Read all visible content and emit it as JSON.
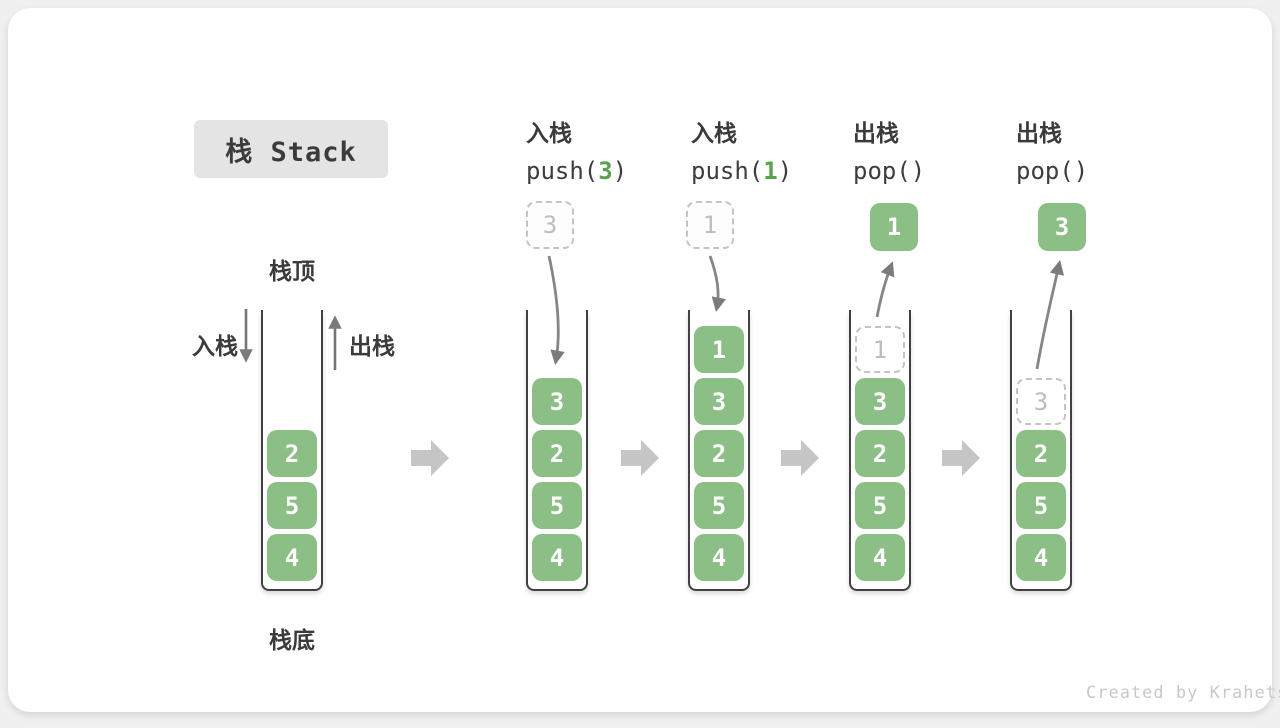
{
  "header": {
    "label": "栈 Stack"
  },
  "legend": {
    "top": "栈顶",
    "bottom": "栈底",
    "push": "入栈",
    "pop": "出栈"
  },
  "operations": [
    {
      "title": "入栈",
      "code_open": "push(",
      "code_arg": "3",
      "code_close": ")"
    },
    {
      "title": "入栈",
      "code_open": "push(",
      "code_arg": "1",
      "code_close": ")"
    },
    {
      "title": "出栈",
      "code_open": "pop(",
      "code_arg": "",
      "code_close": ")"
    },
    {
      "title": "出栈",
      "code_open": "pop(",
      "code_arg": "",
      "code_close": ")"
    }
  ],
  "stacks": {
    "s1": {
      "cells": [
        "2",
        "5",
        "4"
      ]
    },
    "s2": {
      "float": "3",
      "cells": [
        "3",
        "2",
        "5",
        "4"
      ]
    },
    "s3": {
      "float": "1",
      "cells": [
        "1",
        "3",
        "2",
        "5",
        "4"
      ]
    },
    "s4": {
      "float": "1",
      "ghost": "1",
      "cells": [
        "3",
        "2",
        "5",
        "4"
      ]
    },
    "s5": {
      "float": "3",
      "ghost": "3",
      "cells": [
        "2",
        "5",
        "4"
      ]
    }
  },
  "icons": {
    "push_arrow": "arrow-down",
    "pop_arrow": "arrow-up",
    "step_arrow": "block-arrow-right",
    "push_in_arrow": "curved-arrow-down",
    "pop_out_arrow": "curved-arrow-up"
  },
  "colors": {
    "element_green": "#8cbf85",
    "code_arg_green": "#5aa14d",
    "text_dark": "#3b3b3b",
    "stack_border": "#414141",
    "dashed_gray": "#c4c4c4",
    "arrow_gray": "#7b7b7b",
    "block_arrow_gray": "#c5c5c5",
    "title_bg": "#e4e4e4",
    "watermark_gray": "#c8c8c8"
  },
  "footer": {
    "credit": "Created by Krahets"
  }
}
